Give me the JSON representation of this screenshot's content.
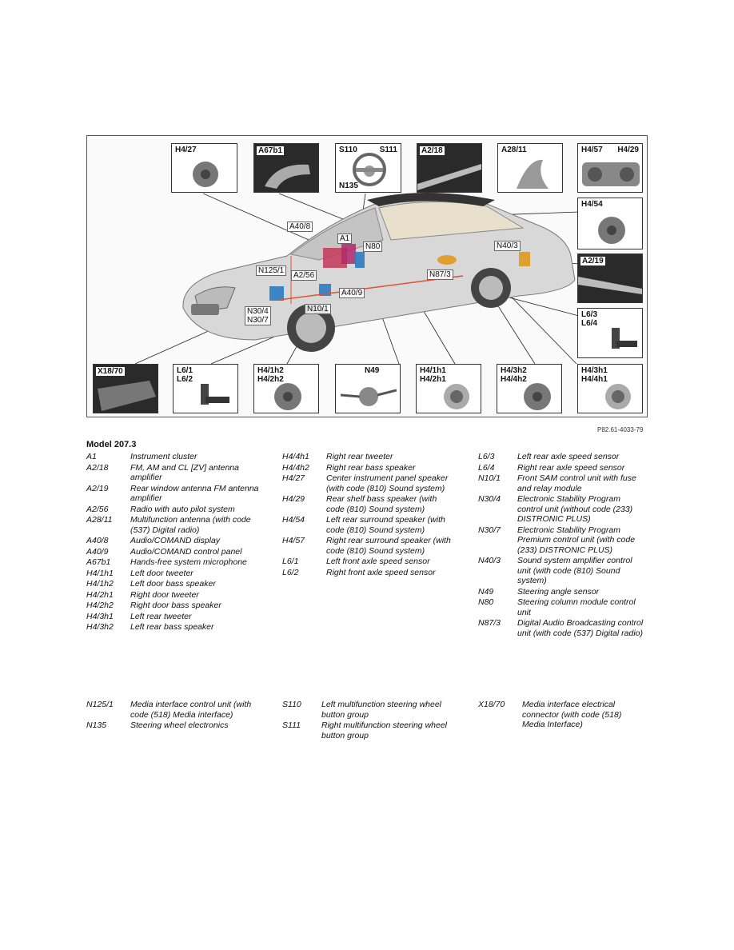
{
  "diagram": {
    "reference": "P82.61-4033-79",
    "boxes": {
      "h4_27": "H4/27",
      "a67b1": "A67b1",
      "s110": "S110",
      "s111": "S111",
      "n135": "N135",
      "a2_18": "A2/18",
      "a28_11": "A28/11",
      "h4_57": "H4/57",
      "h4_29": "H4/29",
      "h4_54": "H4/54",
      "a2_19": "A2/19",
      "l6_3_4": "L6/3\nL6/4",
      "x18_70": "X18/70",
      "l6_1_2": "L6/1\nL6/2",
      "h4_1h2": "H4/1h2\nH4/2h2",
      "n49": "N49",
      "h4_1h1": "H4/1h1\nH4/2h1",
      "h4_3h2": "H4/3h2\nH4/4h2",
      "h4_3h1": "H4/3h1\nH4/4h1"
    },
    "callouts": {
      "a40_8": "A40/8",
      "a1": "A1",
      "n80": "N80",
      "n40_3": "N40/3",
      "n125_1": "N125/1",
      "a2_56": "A2/56",
      "n87_3": "N87/3",
      "n30": "N30/4\nN30/7",
      "n10_1": "N10/1",
      "a40_9": "A40/9"
    }
  },
  "legend": {
    "model": "Model 207.3",
    "col1": [
      {
        "code": "A1",
        "desc": "Instrument cluster"
      },
      {
        "code": "A2/18",
        "desc": "FM, AM and CL [ZV] antenna amplifier"
      },
      {
        "code": "A2/19",
        "desc": "Rear window antenna FM antenna amplifier"
      },
      {
        "code": "A2/56",
        "desc": "Radio with auto pilot system"
      },
      {
        "code": "A28/11",
        "desc": "Multifunction antenna (with code (537) Digital radio)"
      },
      {
        "code": "A40/8",
        "desc": "Audio/COMAND display"
      },
      {
        "code": "A40/9",
        "desc": "Audio/COMAND control panel"
      },
      {
        "code": "A67b1",
        "desc": "Hands-free system microphone"
      },
      {
        "code": "H4/1h1",
        "desc": "Left door tweeter"
      },
      {
        "code": "H4/1h2",
        "desc": "Left door bass speaker"
      },
      {
        "code": "H4/2h1",
        "desc": "Right door tweeter"
      },
      {
        "code": "H4/2h2",
        "desc": "Right door bass speaker"
      },
      {
        "code": "H4/3h1",
        "desc": "Left rear tweeter"
      },
      {
        "code": "H4/3h2",
        "desc": "Left rear bass speaker"
      }
    ],
    "col2": [
      {
        "code": "H4/4h1",
        "desc": "Right rear tweeter"
      },
      {
        "code": "H4/4h2",
        "desc": "Right rear bass speaker"
      },
      {
        "code": "H4/27",
        "desc": "Center instrument panel speaker (with code (810) Sound system)"
      },
      {
        "code": "H4/29",
        "desc": "Rear shelf bass speaker (with code (810) Sound system)"
      },
      {
        "code": "H4/54",
        "desc": "Left rear surround speaker (with code (810) Sound system)"
      },
      {
        "code": "H4/57",
        "desc": "Right rear surround speaker (with code (810) Sound system)"
      },
      {
        "code": "L6/1",
        "desc": "Left front axle speed sensor"
      },
      {
        "code": "L6/2",
        "desc": "Right front axle speed sensor"
      }
    ],
    "col3": [
      {
        "code": "L6/3",
        "desc": "Left rear axle speed sensor"
      },
      {
        "code": "L6/4",
        "desc": "Right rear axle speed sensor"
      },
      {
        "code": "N10/1",
        "desc": "Front SAM control unit with fuse and relay module"
      },
      {
        "code": "N30/4",
        "desc": "Electronic Stability Program control unit (without code (233) DISTRONIC PLUS)"
      },
      {
        "code": "N30/7",
        "desc": "Electronic Stability Program Premium control unit (with code (233) DISTRONIC PLUS)"
      },
      {
        "code": "N40/3",
        "desc": "Sound system amplifier control unit (with code (810) Sound system)"
      },
      {
        "code": "N49",
        "desc": "Steering angle sensor"
      },
      {
        "code": "N80",
        "desc": "Steering column module control unit"
      },
      {
        "code": "N87/3",
        "desc": "Digital Audio Broadcasting control unit (with code (537) Digital radio)"
      }
    ],
    "col1b": [
      {
        "code": "N125/1",
        "desc": "Media interface control unit (with code (518) Media interface)"
      },
      {
        "code": "N135",
        "desc": "Steering wheel electronics"
      }
    ],
    "col2b": [
      {
        "code": "S110",
        "desc": "Left multifunction steering wheel button group"
      },
      {
        "code": "S111",
        "desc": "Right multifunction steering wheel button group"
      }
    ],
    "col3b": [
      {
        "code": "X18/70",
        "desc": "Media interface electrical connector (with code (518) Media Interface)"
      }
    ]
  }
}
